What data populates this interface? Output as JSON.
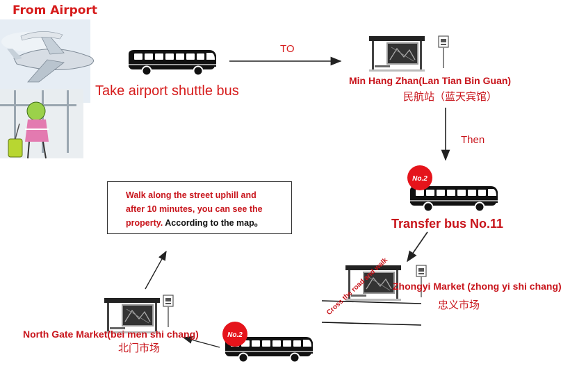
{
  "title": "From Airport",
  "steps": {
    "shuttle_label": "Take airport shuttle bus",
    "to_label": "TO",
    "stop1_name": "Min Hang Zhan(Lan Tian Bin Guan)",
    "stop1_cn": "民航站（蓝天宾馆）",
    "then_label": "Then",
    "badge_label": "No.2",
    "transfer_label": "Transfer bus No.11",
    "stop2_name": "Zhongyi Market (zhong yi shi chang)",
    "stop2_cn": "忠义市场",
    "cross_label": "Cross the road and walk",
    "stop3_name": "North Gate Market(bei men shi chang)",
    "stop3_cn": "北门市场"
  },
  "note": {
    "line1": "Walk along the street uphill and",
    "line2": "after 10 minutes, you can see the",
    "line3_red": "property.",
    "line3_black": "According to the map",
    "line3_end": "。"
  },
  "colors": {
    "accent_red": "#c8141b",
    "bus_black": "#111111",
    "arrow": "#222222"
  },
  "icons": [
    "airplane-icon",
    "traveler-icon",
    "bus-icon",
    "bus-stop-icon",
    "bus-sign-icon"
  ]
}
